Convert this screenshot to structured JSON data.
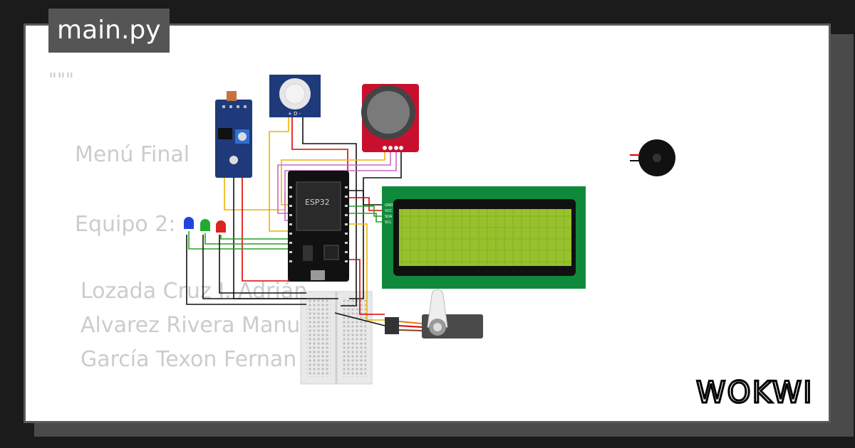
{
  "tab": {
    "filename": "main.py"
  },
  "code": {
    "docstring_open": "\"\"\"",
    "title_line": "Menú Final",
    "team_line": "Equipo 2:",
    "members": [
      "Lozada Cruz I. Adrián",
      "Alvarez Rivera Manuel",
      "García Texon Fernan"
    ]
  },
  "circuit": {
    "mcu_label": "ESP32",
    "lcd_pins": [
      "GND",
      "VCC",
      "SDA",
      "SCL"
    ],
    "pir_pins": "+ D -"
  },
  "brand": {
    "name": "WOKWI"
  },
  "colors": {
    "background": "#1b1b1b",
    "card": "#ffffff",
    "tab": "#555555",
    "code_text": "#cccccc",
    "lcd_board": "#0f8a3c",
    "lcd_screen": "#8fb827",
    "esp32_board": "#111111",
    "sensor_blue": "#1e3a7a",
    "joystick_red": "#c8102e"
  },
  "icons": [
    "led-blue-icon",
    "led-green-icon",
    "led-red-icon",
    "buzzer-icon",
    "servo-icon"
  ]
}
